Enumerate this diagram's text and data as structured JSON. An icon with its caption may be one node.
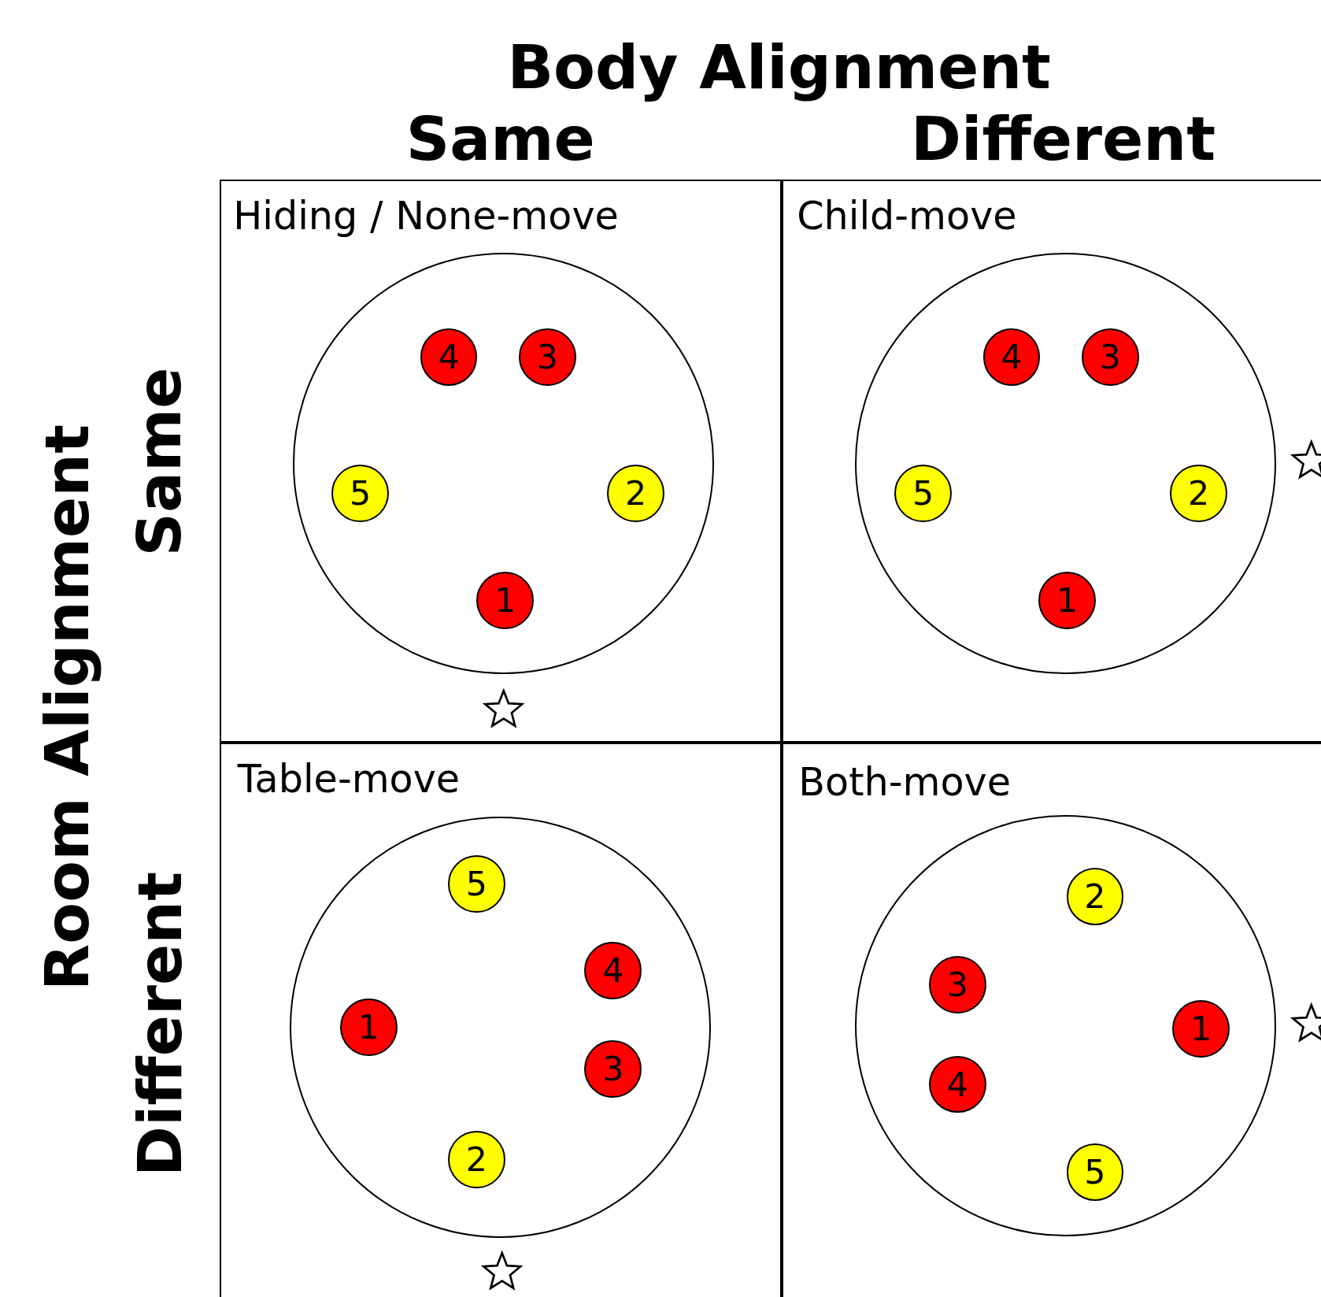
{
  "diagram": {
    "nodes": [
      {
        "text": [
          "Hiding / None-move"
        ]
      },
      {
        "text": [],
        "shape": "circle",
        "in": 0
      },
      {
        "text": [
          "4"
        ],
        "in": 1
      },
      {
        "text": [
          "3"
        ],
        "in": 1
      },
      {
        "text": [
          "5"
        ],
        "in": 1
      },
      {
        "text": [
          "2"
        ],
        "in": 1
      },
      {
        "text": [
          "1"
        ],
        "in": 1
      },
      {
        "text": [
          "Child-move"
        ]
      },
      {
        "text": [],
        "shape": "circle",
        "in": 7
      },
      {
        "text": [
          "4"
        ],
        "in": 8
      },
      {
        "text": [
          "3"
        ],
        "in": 8
      },
      {
        "text": [
          "5"
        ],
        "in": 8
      },
      {
        "text": [
          "2"
        ],
        "in": 8
      },
      {
        "text": [
          "1"
        ],
        "in": 8
      },
      {
        "text": [
          "Table-move"
        ]
      },
      {
        "text": [],
        "shape": "circle",
        "in": 14
      },
      {
        "text": [
          "5"
        ],
        "in": 15
      },
      {
        "text": [
          "4"
        ],
        "in": 15
      },
      {
        "text": [
          "1"
        ],
        "in": 15
      },
      {
        "text": [
          "3"
        ],
        "in": 15
      },
      {
        "text": [
          "2"
        ],
        "in": 15
      },
      {
        "text": [
          "Both-move"
        ]
      },
      {
        "text": [],
        "shape": "circle",
        "in": 21
      },
      {
        "text": [
          "2"
        ],
        "in": 22
      },
      {
        "text": [
          "3"
        ],
        "in": 22
      },
      {
        "text": [
          "1"
        ],
        "in": 22
      },
      {
        "text": [
          "4"
        ],
        "in": 22
      },
      {
        "text": [
          "5"
        ],
        "in": 22
      }
    ],
    "labels": [
      "Body Alignment",
      "Same",
      "Different",
      "Room Alignment",
      "Same",
      "Different"
    ]
  }
}
